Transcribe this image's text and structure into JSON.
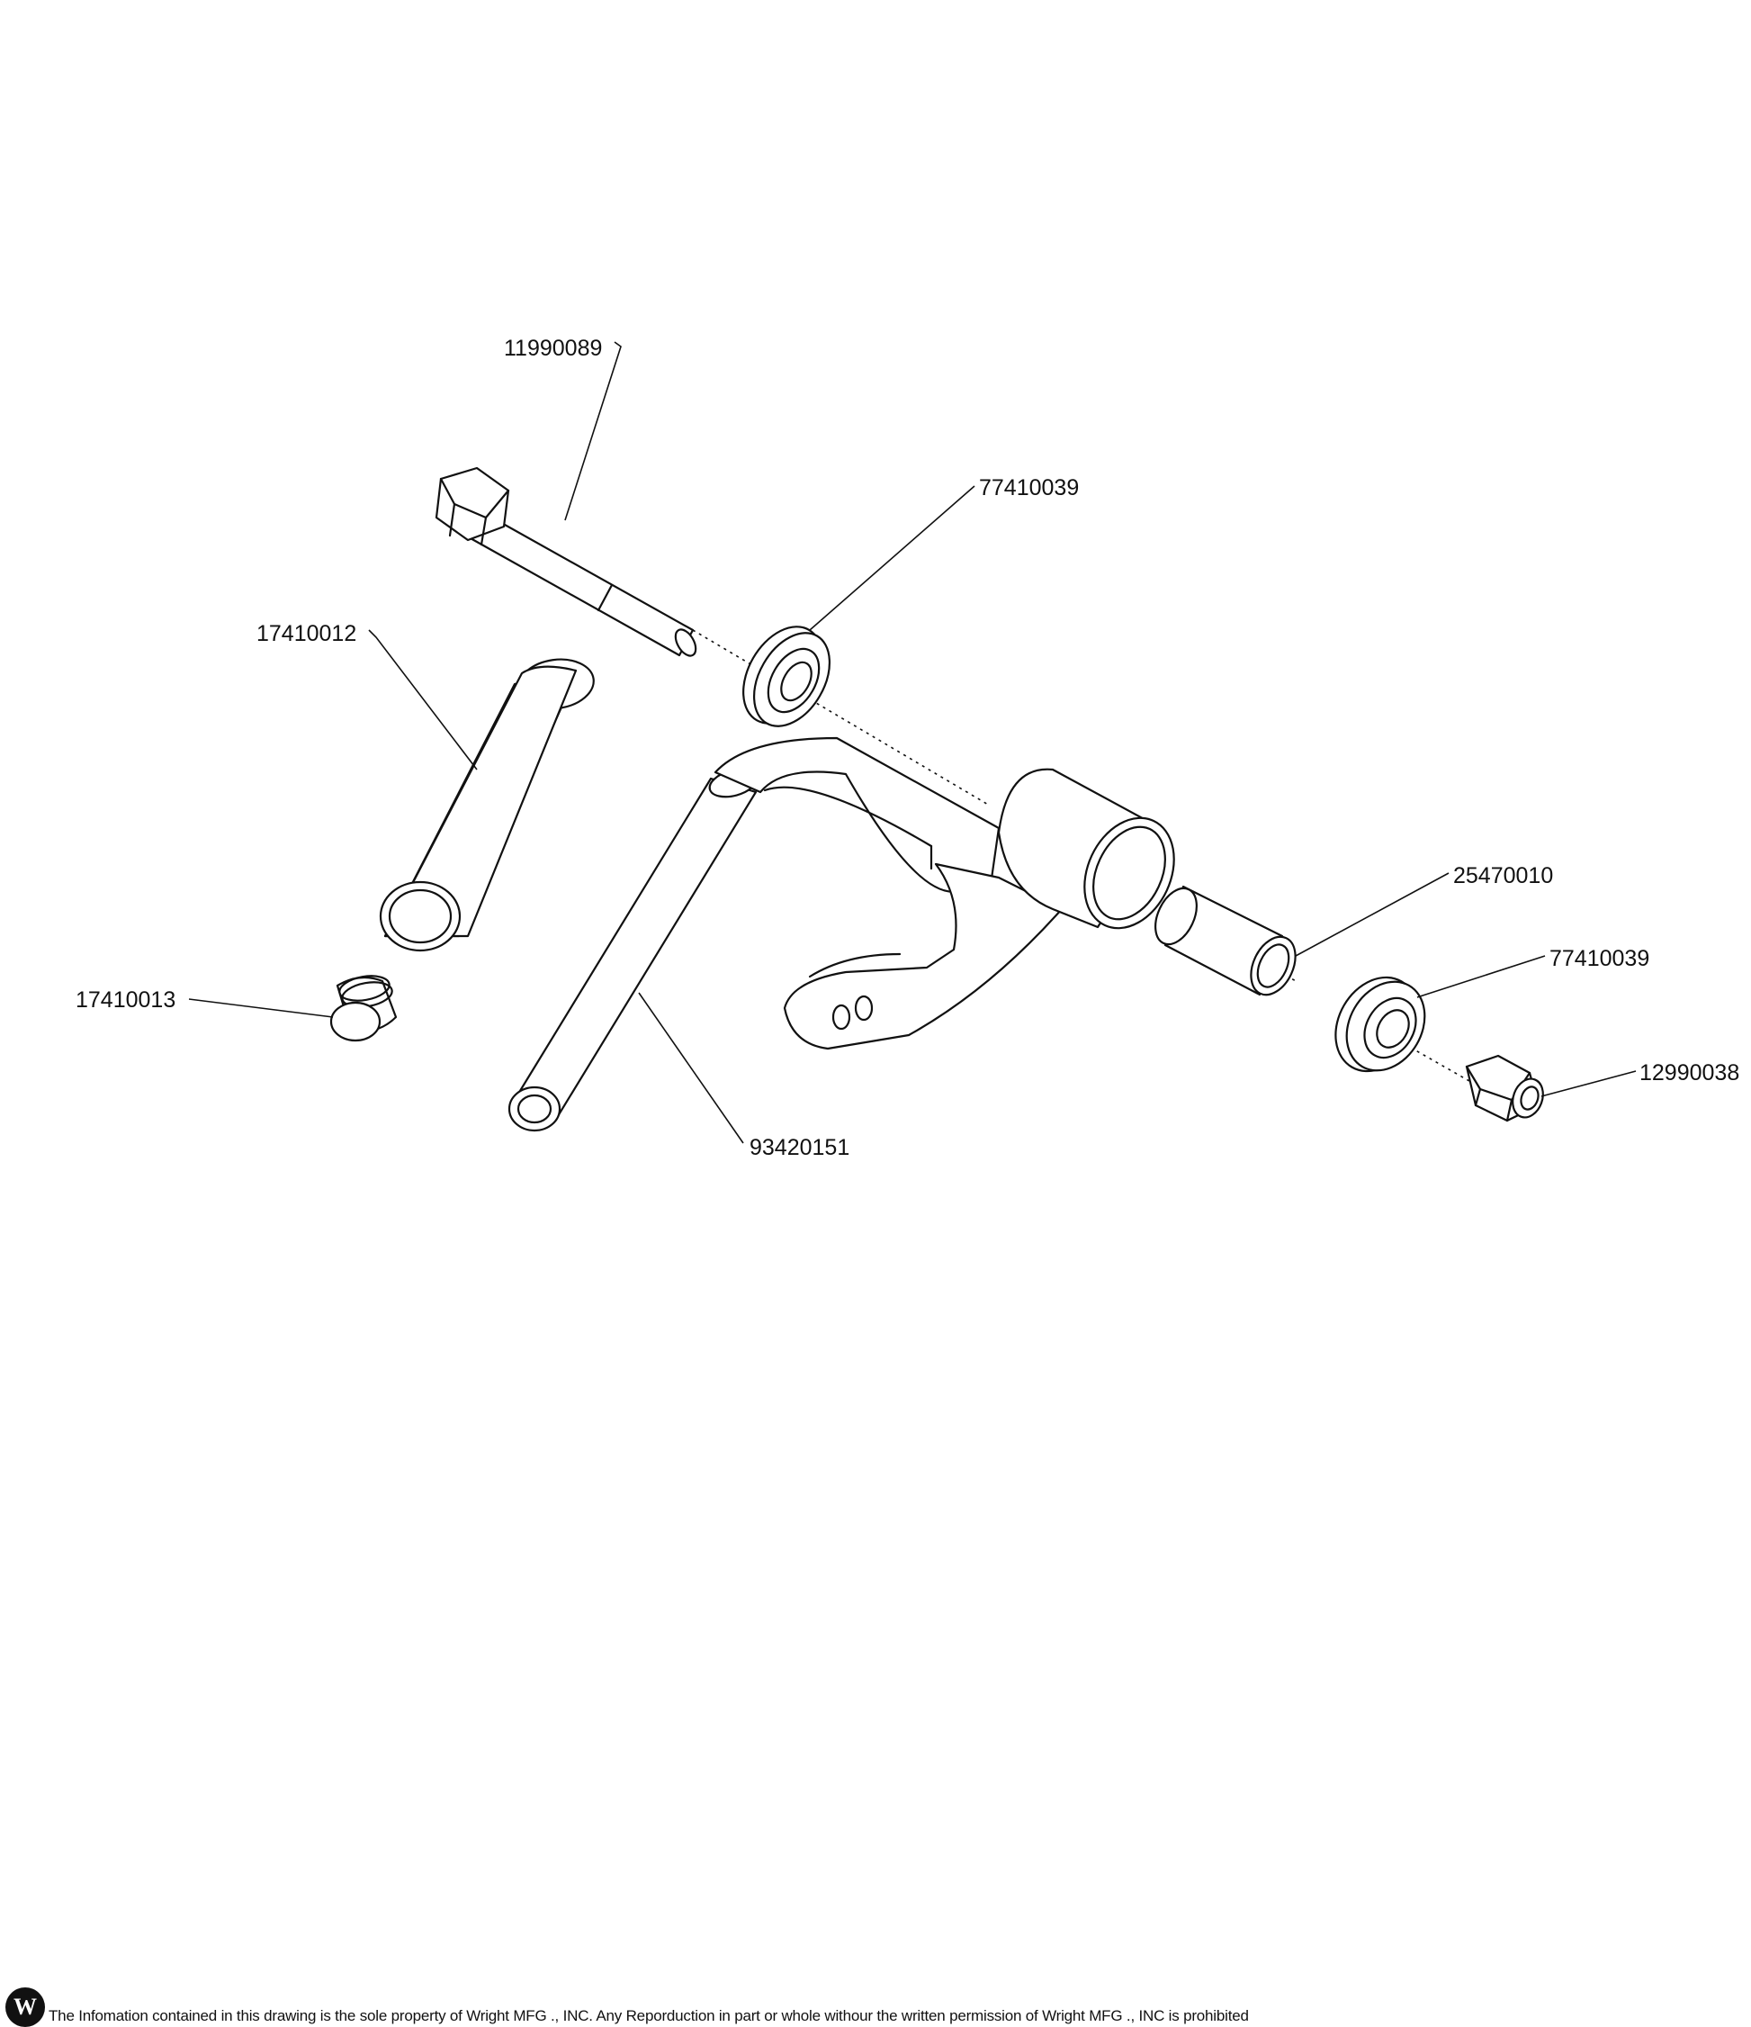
{
  "parts": [
    {
      "id": "bolt",
      "number": "11990089",
      "icon": "hex-bolt-icon"
    },
    {
      "id": "bearing-upper",
      "number": "77410039",
      "icon": "bearing-icon"
    },
    {
      "id": "bushing-sleeve",
      "number": "17410012",
      "icon": "bushing-icon"
    },
    {
      "id": "spacer",
      "number": "25470010",
      "icon": "spacer-icon"
    },
    {
      "id": "bearing-lower",
      "number": "77410039",
      "icon": "bearing-icon"
    },
    {
      "id": "plug",
      "number": "17410013",
      "icon": "plug-icon"
    },
    {
      "id": "nut",
      "number": "12990038",
      "icon": "hex-nut-icon"
    },
    {
      "id": "arm-weldment",
      "number": "93420151",
      "icon": "arm-weldment-icon"
    }
  ],
  "footer": {
    "logo": "W",
    "notice": "The Infomation contained in this drawing is the sole property of Wright MFG ., INC. Any Reporduction in part or whole withour the written permission of Wright MFG ., INC is prohibited"
  }
}
